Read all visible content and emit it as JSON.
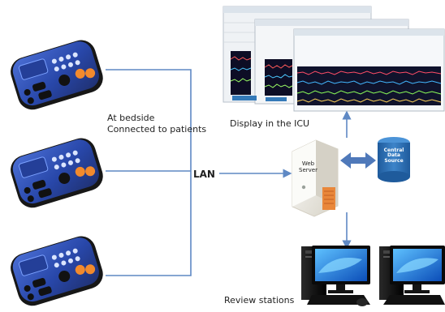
{
  "labels": {
    "bedside": "At bedside\nConnected to patients",
    "lan": "LAN",
    "icu": "Display in the ICU",
    "web_server": "Web\nServer",
    "database": "Central\nData\nSource",
    "review": "Review stations"
  },
  "colors": {
    "connection_line": "#5f89c4",
    "arrow": "#4f79ba",
    "device_blue": "#2a4fb0",
    "device_dark": "#151515",
    "screen_bg": "#edf1f5",
    "server_orange": "#e28445",
    "database_blue": "#2d6db0"
  },
  "icons": {
    "monitor_1": "monitor-device-icon",
    "monitor_2": "monitor-device-icon",
    "monitor_3": "monitor-device-icon",
    "icu_display": "icu-display-screens-icon",
    "server": "web-server-icon",
    "database": "database-icon",
    "review_station_1": "desktop-computer-icon",
    "review_station_2": "desktop-computer-icon"
  }
}
